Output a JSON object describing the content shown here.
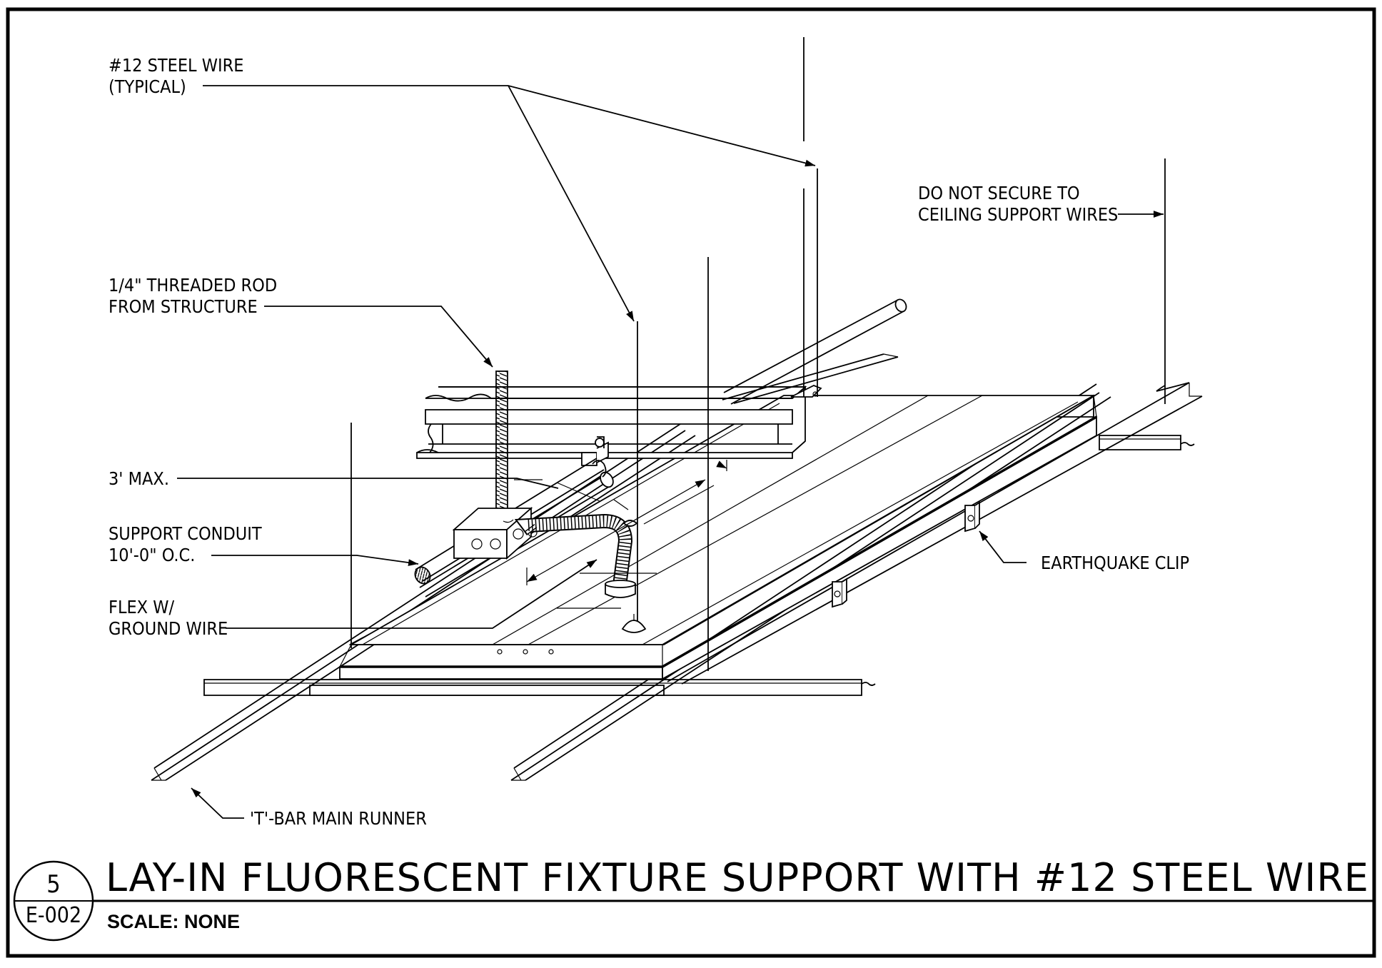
{
  "detail": {
    "number": "5",
    "sheet": "E-002",
    "title": "LAY-IN FLUORESCENT FIXTURE SUPPORT WITH #12 STEEL WIRE",
    "scale": "SCALE: NONE"
  },
  "callouts": {
    "steel_wire": [
      "#12 STEEL WIRE",
      "(TYPICAL)"
    ],
    "threaded_rod": [
      "1/4\" THREADED ROD",
      "FROM STRUCTURE"
    ],
    "max_spacing": "3' MAX.",
    "support_conduit": [
      "SUPPORT CONDUIT",
      "10'-0\" O.C."
    ],
    "flex": [
      "FLEX W/",
      "GROUND WIRE"
    ],
    "do_not_secure": [
      "DO NOT SECURE TO",
      "CEILING SUPPORT WIRES"
    ],
    "earthquake_clip": "EARTHQUAKE CLIP",
    "main_runner": "'T'-BAR MAIN RUNNER"
  }
}
